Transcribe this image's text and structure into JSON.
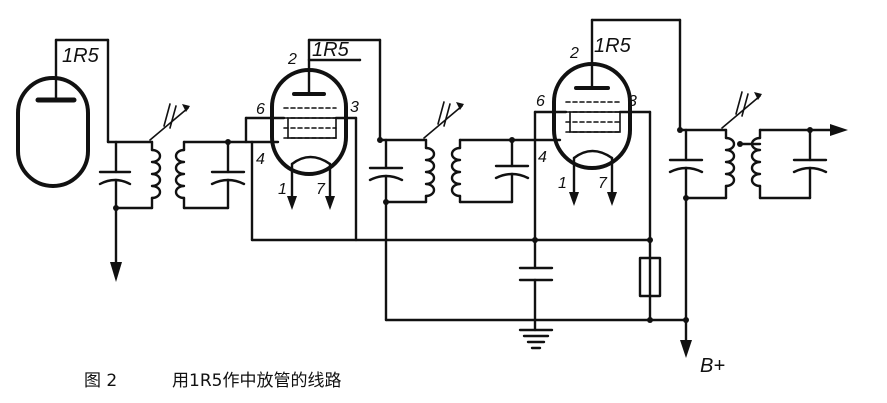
{
  "diagram": {
    "tube_label": "1R5",
    "pins": {
      "plate": "2",
      "screen": "6",
      "grid": "3",
      "control": "4",
      "filament_a": "1",
      "filament_b": "7"
    },
    "b_plus": "B+"
  },
  "caption": {
    "figure": "图 2",
    "text": "用1R5作中放管的线路"
  }
}
